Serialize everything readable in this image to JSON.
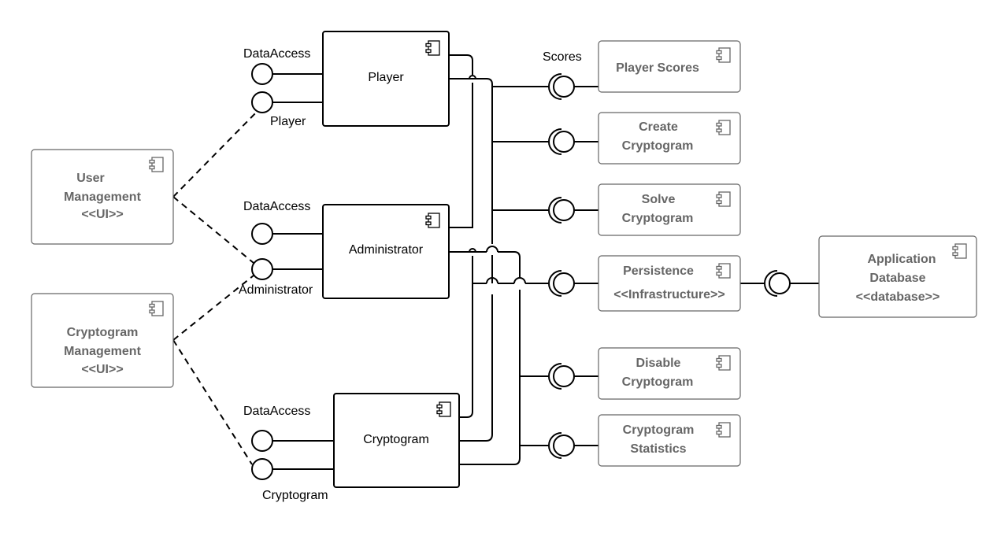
{
  "components": {
    "player": {
      "label": "Player"
    },
    "administrator": {
      "label": "Administrator"
    },
    "cryptogram": {
      "label": "Cryptogram"
    },
    "user_management": {
      "line1": "User",
      "line2": "Management",
      "line3": "<<UI>>"
    },
    "cryptogram_management": {
      "line1": "Cryptogram",
      "line2": "Management",
      "line3": "<<UI>>"
    },
    "player_scores": {
      "line1": "Player Scores"
    },
    "create_cryptogram": {
      "line1": "Create",
      "line2": "Cryptogram"
    },
    "solve_cryptogram": {
      "line1": "Solve",
      "line2": "Cryptogram"
    },
    "persistence": {
      "line1": "Persistence",
      "line2": "<<Infrastructure>>"
    },
    "disable_cryptogram": {
      "line1": "Disable",
      "line2": "Cryptogram"
    },
    "cryptogram_statistics": {
      "line1": "Cryptogram",
      "line2": "Statistics"
    },
    "application_database": {
      "line1": "Application",
      "line2": "Database",
      "line3": "<<database>>"
    }
  },
  "interfaces": {
    "player_dataaccess": "DataAccess",
    "player_port": "Player",
    "admin_dataaccess": "DataAccess",
    "admin_port": "Administrator",
    "crypto_dataaccess": "DataAccess",
    "crypto_port": "Cryptogram",
    "scores": "Scores"
  }
}
